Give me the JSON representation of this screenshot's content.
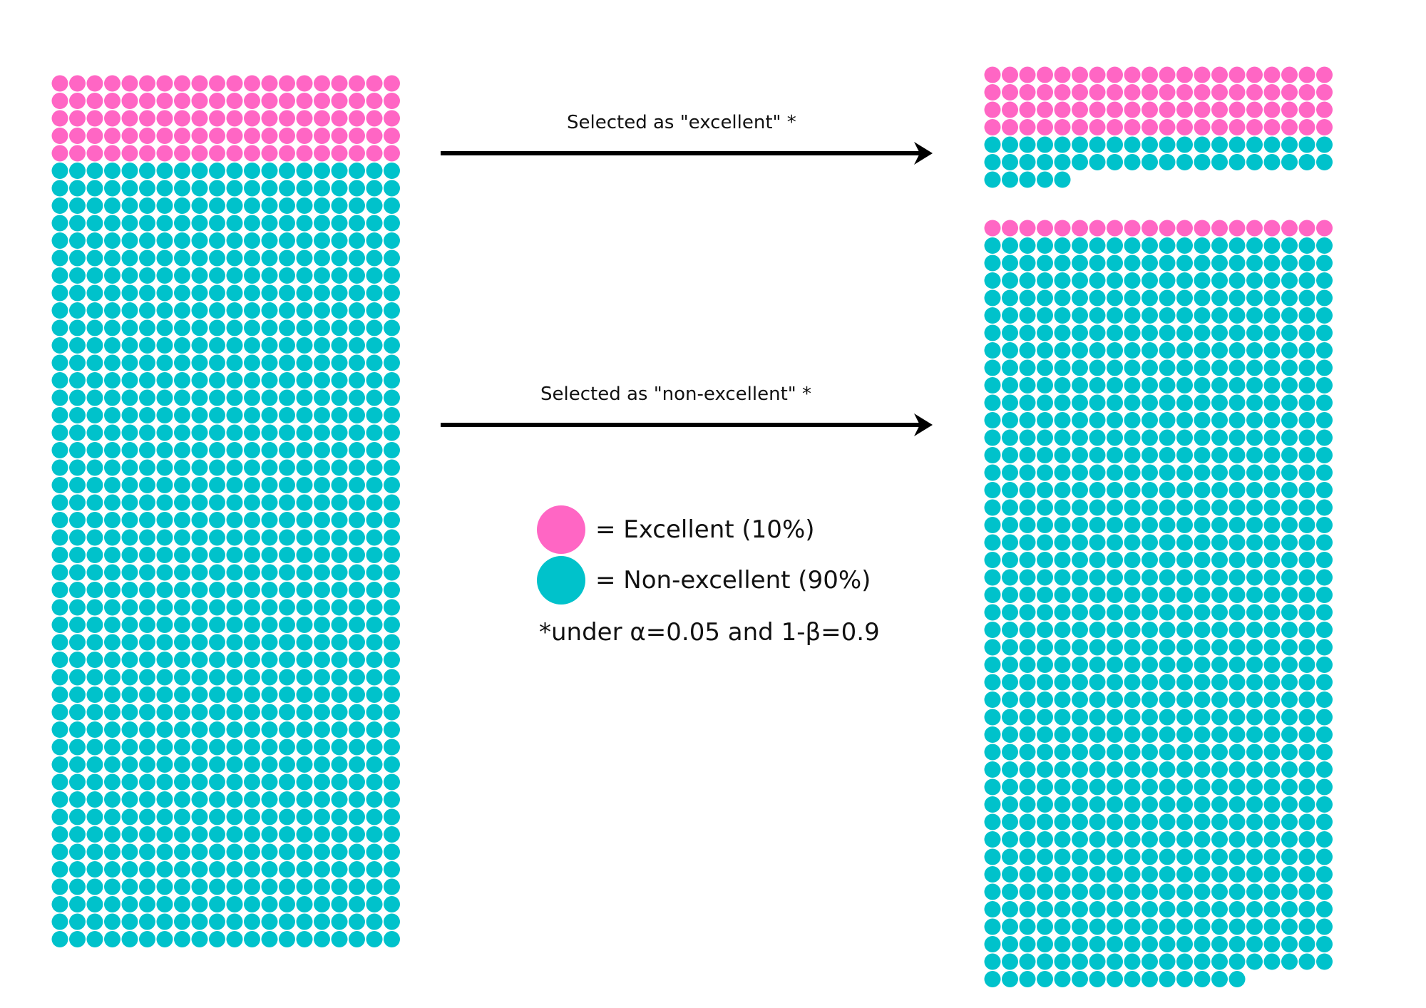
{
  "colors": {
    "excellent": "#ff66c4",
    "non_excellent": "#00c2cb",
    "arrow": "#000000"
  },
  "arrows": {
    "top_label": "Selected as \"excellent\" *",
    "bottom_label": "Selected as \"non-excellent\" *"
  },
  "legend": {
    "excellent_label": "= Excellent (10%)",
    "non_excellent_label": "= Non-excellent (90%)",
    "footnote": "*under α=0.05 and  1-β=0.9"
  },
  "chart_data": [
    {
      "type": "waffle",
      "group": "population",
      "columns": 20,
      "series": [
        {
          "name": "Excellent",
          "count": 100
        },
        {
          "name": "Non-excellent",
          "count": 900
        }
      ]
    },
    {
      "type": "waffle",
      "group": "selected-as-excellent",
      "columns": 20,
      "series": [
        {
          "name": "Excellent",
          "count": 80
        },
        {
          "name": "Non-excellent",
          "count": 45
        }
      ]
    },
    {
      "type": "waffle",
      "group": "selected-as-non-excellent",
      "columns": 20,
      "series": [
        {
          "name": "Excellent",
          "count": 20
        },
        {
          "name": "Non-excellent",
          "count": 855
        }
      ]
    }
  ]
}
